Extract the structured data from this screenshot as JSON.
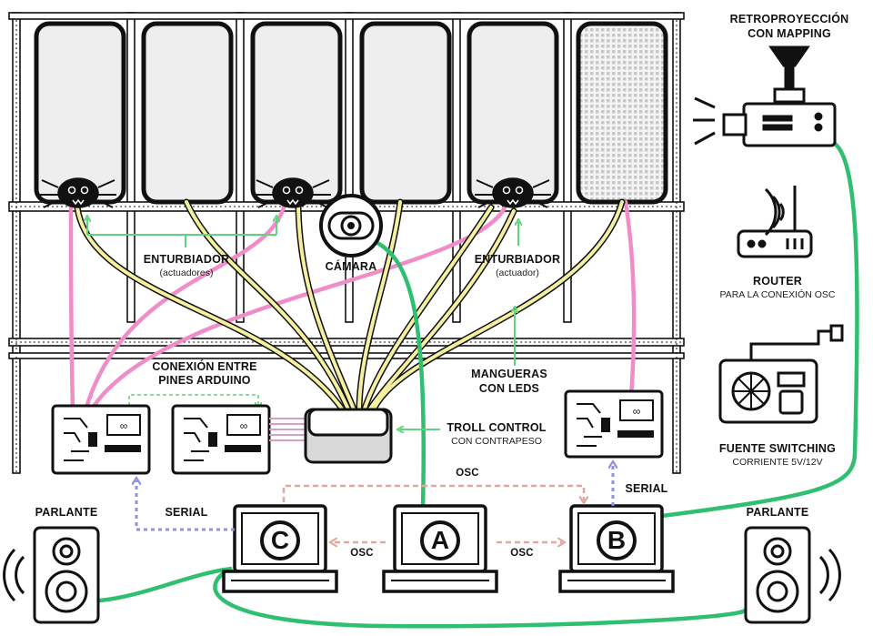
{
  "labels": {
    "projection_title": "RETROPROYECCIÓN",
    "projection_sub": "CON MAPPING",
    "router_title": "ROUTER",
    "router_sub": "PARA LA CONEXIÓN OSC",
    "power_title": "FUENTE SWITCHING",
    "power_sub": "CORRIENTE 5V/12V",
    "enturbiador_left_title": "ENTURBIADOR",
    "enturbiador_left_sub": "(actuadores)",
    "camera": "CÁMARA",
    "enturbiador_right_title": "ENTURBIADOR",
    "enturbiador_right_sub": "(actuador)",
    "arduino_link_1": "CONEXIÓN ENTRE",
    "arduino_link_2": "PINES ARDUINO",
    "hoses_1": "MANGUERAS",
    "hoses_2": "CON LEDS",
    "troll_title": "TROLL CONTROL",
    "troll_sub": "CON CONTRAPESO",
    "osc_top": "OSC",
    "osc_left": "OSC",
    "osc_right": "OSC",
    "serial_left": "SERIAL",
    "serial_right": "SERIAL",
    "speaker_left": "PARLANTE",
    "speaker_right": "PARLANTE",
    "laptop_a": "A",
    "laptop_b": "B",
    "laptop_c": "C"
  },
  "colors": {
    "green_cable": "#2fbf71",
    "pink_cable": "#f08cc8",
    "yellow_hose": "#f5f0a0",
    "arrow_green": "#5ed47e",
    "arrow_blue": "#8f92e0",
    "osc_dash": "#e0a8a0",
    "outline": "#111111",
    "panel_fill": "#eeeeee"
  },
  "icons": [
    "projector-icon",
    "router-icon",
    "power-supply-icon",
    "camera-icon",
    "speaker-icon",
    "laptop-icon",
    "arduino-board-icon",
    "troll-control-box-icon",
    "enturbiador-creature-icon"
  ]
}
